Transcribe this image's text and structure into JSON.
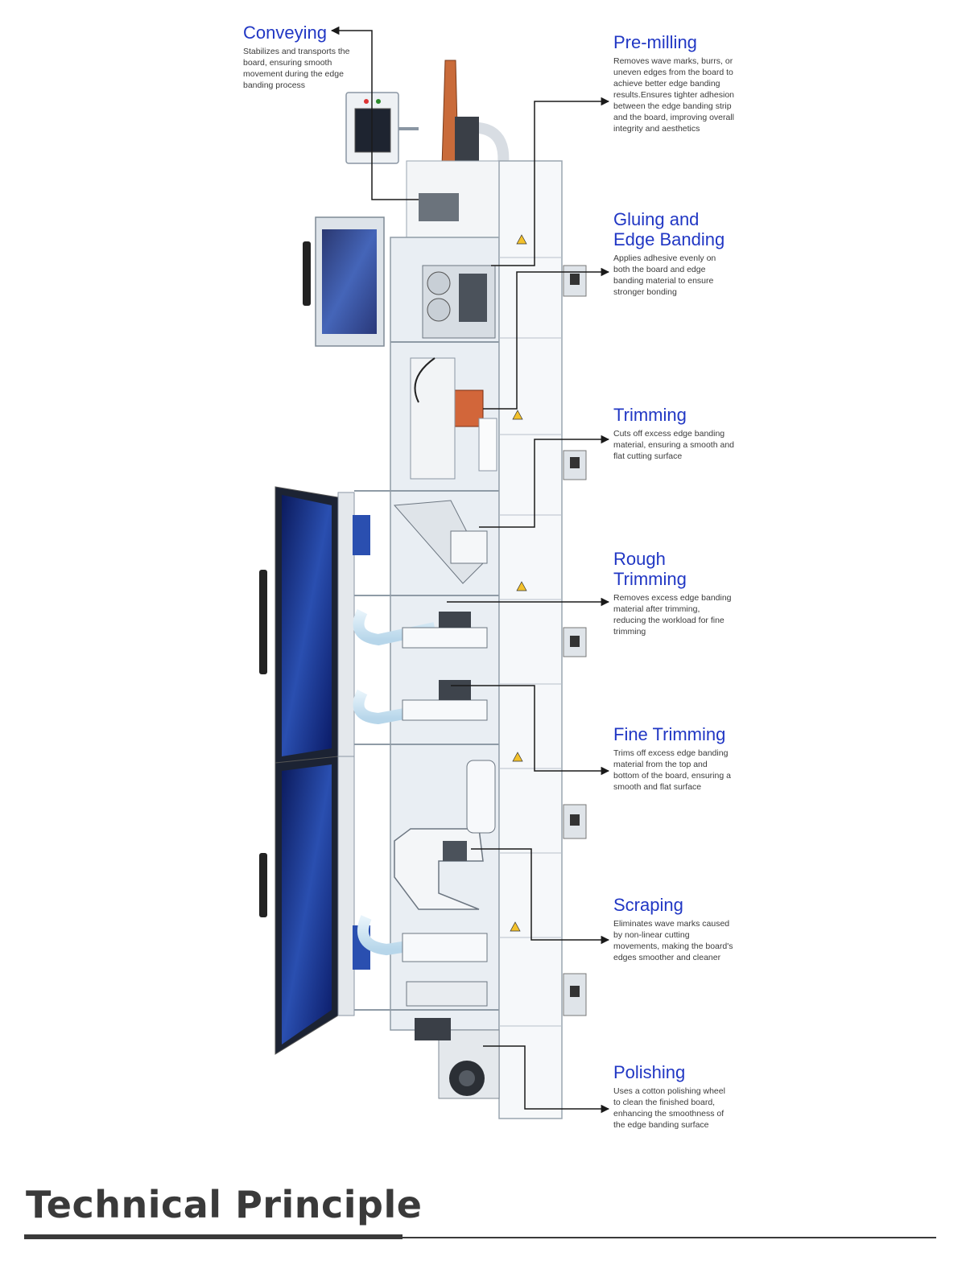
{
  "footer_title": "Technical Principle",
  "colors": {
    "accent_blue": "#2137c4",
    "leader_line": "#1a1a1a",
    "title_text": "#3a3a3a",
    "body_text": "#3b3b3b"
  },
  "labels": {
    "conveying": {
      "title": "Conveying",
      "desc": "Stabilizes and transports the board, ensuring smooth movement during the edge banding process"
    },
    "premilling": {
      "title": "Pre-milling",
      "desc": "Removes wave marks, burrs, or uneven edges from the board to achieve better edge banding results.Ensures tighter adhesion between the edge banding strip and the board, improving overall integrity and aesthetics"
    },
    "gluing": {
      "title": "Gluing and Edge Banding",
      "desc": "Applies adhesive evenly on both the board and edge banding material to ensure stronger bonding"
    },
    "trimming": {
      "title": "Trimming",
      "desc": "Cuts off excess edge banding material, ensuring a smooth and flat cutting surface"
    },
    "rough": {
      "title": "Rough Trimming",
      "desc": "Removes excess edge banding material after trimming, reducing the workload for fine trimming"
    },
    "fine": {
      "title": "Fine Trimming",
      "desc": "Trims off excess edge banding material from the top and bottom of the board, ensuring a smooth and flat surface"
    },
    "scraping": {
      "title": "Scraping",
      "desc": "Eliminates wave marks caused by non-linear cutting movements, making the board's edges smoother and cleaner"
    },
    "polishing": {
      "title": "Polishing",
      "desc": "Uses a cotton polishing wheel to clean the finished board, enhancing the smoothness of the edge banding surface"
    }
  }
}
